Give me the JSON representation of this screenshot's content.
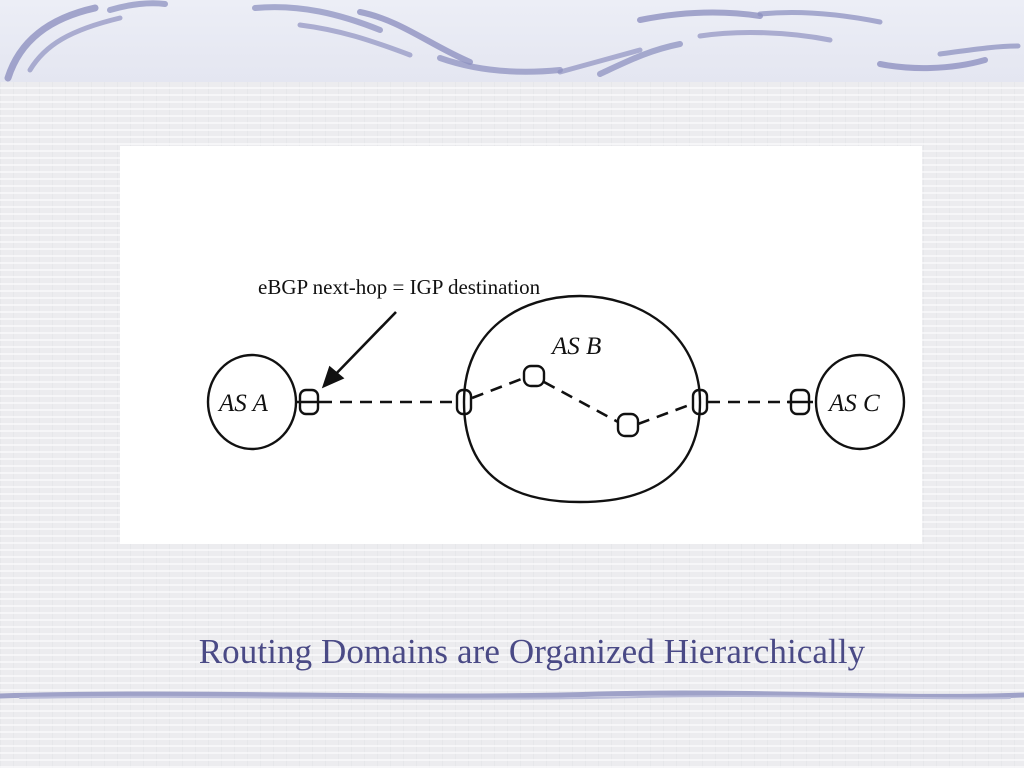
{
  "slide": {
    "caption": "Routing Domains are Organized Hierarchically"
  },
  "diagram": {
    "annotation": "eBGP next-hop = IGP destination",
    "nodes": {
      "as_a": "AS A",
      "as_b": "AS B",
      "as_c": "AS C"
    }
  },
  "colors": {
    "caption_text": "#4a4a86",
    "swash": "#8e91c0",
    "background": "#ececef",
    "panel": "#ffffff"
  }
}
